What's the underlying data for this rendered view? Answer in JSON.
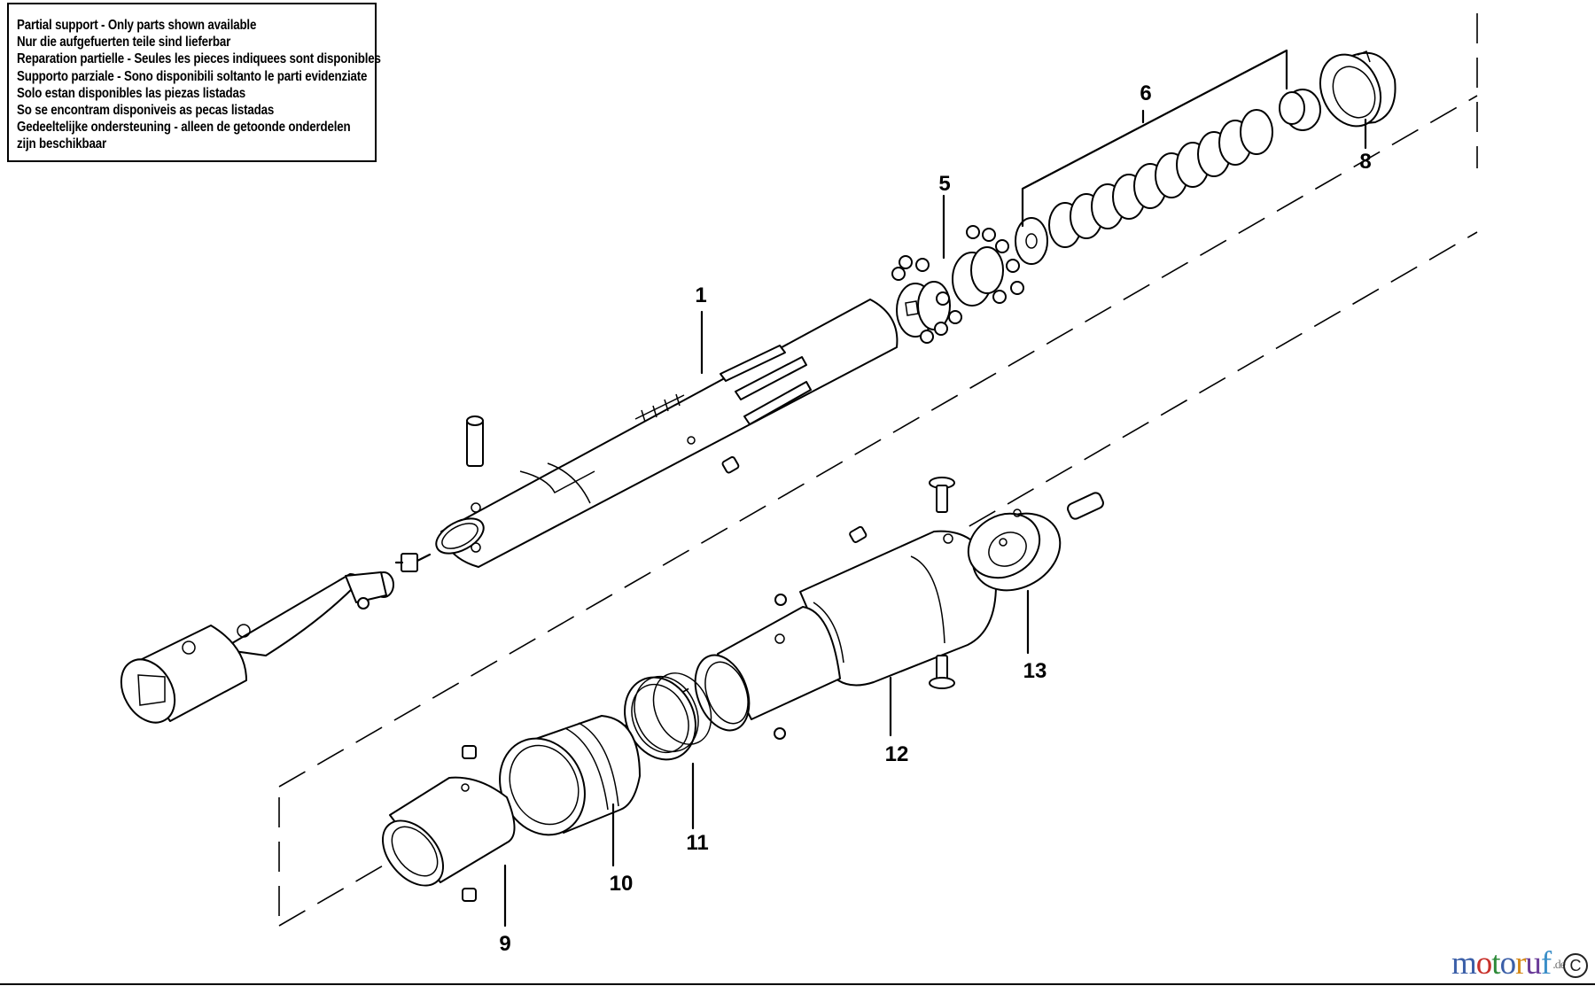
{
  "notice": {
    "lines": [
      "Partial support - Only parts shown available",
      "Nur die aufgefuerten teile sind lieferbar",
      "Reparation partielle - Seules les pieces indiquees sont disponibles",
      "Supporto parziale - Sono disponibili soltanto le parti evidenziate",
      "Solo estan disponibles las piezas listadas",
      "So se encontram disponiveis as pecas listadas",
      "Gedeeltelijke ondersteuning - alleen de getoonde onderdelen",
      "zijn beschikbaar"
    ]
  },
  "callouts": {
    "c1": "1",
    "c5": "5",
    "c6": "6",
    "c8": "8",
    "c9": "9",
    "c10": "10",
    "c11": "11",
    "c12": "12",
    "c13": "13"
  },
  "watermark": {
    "letters": [
      "m",
      "o",
      "t",
      "o",
      "r",
      "u",
      "f"
    ],
    "letter_colors": [
      "#3b5fa8",
      "#c8312b",
      "#2e8b3a",
      "#3b5fa8",
      "#d58a1a",
      "#6a3a98",
      "#3b8fc8"
    ],
    "suffix": ".de",
    "copyright": "C"
  }
}
